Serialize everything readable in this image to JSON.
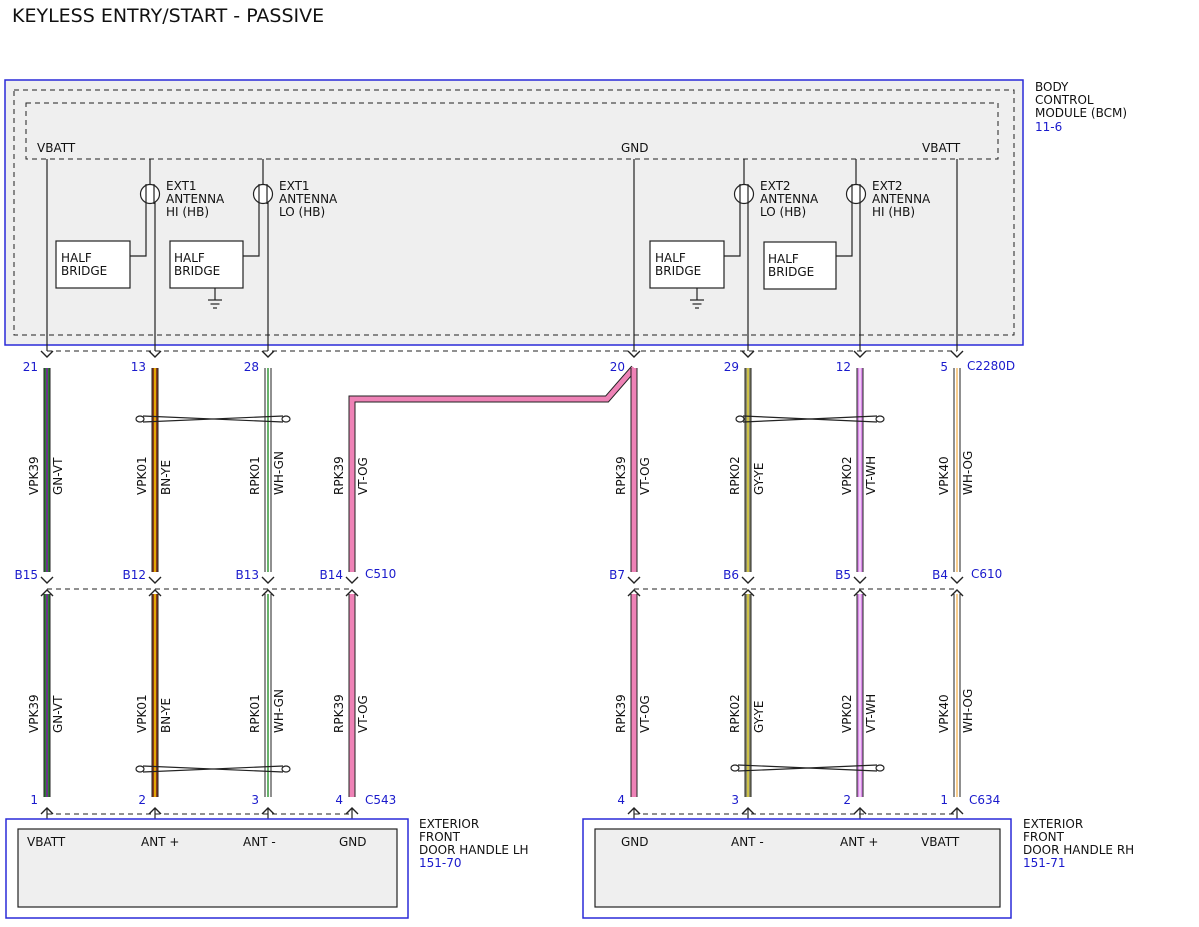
{
  "title": "KEYLESS ENTRY/START - PASSIVE",
  "colors": {
    "module_border": "#2a2ad8",
    "ref_text": "#1a1acc",
    "text": "#111111"
  },
  "bcm": {
    "name_lines": [
      "BODY",
      "CONTROL",
      "MODULE (BCM)"
    ],
    "ref": "11-6",
    "vbatt_left": "VBATT",
    "gnd": "GND",
    "vbatt_right": "VBATT",
    "connector": "C2280D",
    "antennas": [
      {
        "lines": [
          "EXT1",
          "ANTENNA",
          "HI (HB)"
        ]
      },
      {
        "lines": [
          "EXT1",
          "ANTENNA",
          "LO (HB)"
        ]
      },
      {
        "lines": [
          "EXT2",
          "ANTENNA",
          "LO (HB)"
        ]
      },
      {
        "lines": [
          "EXT2",
          "ANTENNA",
          "HI (HB)"
        ]
      }
    ],
    "half_bridges": [
      {
        "lines": [
          "HALF",
          "BRIDGE"
        ]
      },
      {
        "lines": [
          "HALF",
          "BRIDGE"
        ]
      },
      {
        "lines": [
          "HALF",
          "BRIDGE"
        ]
      },
      {
        "lines": [
          "HALF",
          "BRIDGE"
        ]
      }
    ]
  },
  "inline_connectors": [
    {
      "name": "C510"
    },
    {
      "name": "C610"
    }
  ],
  "wires": [
    {
      "bcm_pin": "21",
      "inline_pin": "B15",
      "end_pin": "1",
      "circuit": "VPK39",
      "color": "GN-VT",
      "c1": "#2e7d32",
      "c2": "#7b1fa2",
      "twisted_pair": false
    },
    {
      "bcm_pin": "13",
      "inline_pin": "B12",
      "end_pin": "2",
      "circuit": "VPK01",
      "color": "BN-YE",
      "c1": "#8b3a1a",
      "c2": "#f5c400",
      "twisted_pair": true
    },
    {
      "bcm_pin": "28",
      "inline_pin": "B13",
      "end_pin": "3",
      "circuit": "RPK01",
      "color": "WH-GN",
      "c1": "#ffffff",
      "c2": "#43a047",
      "twisted_pair": true
    },
    {
      "bcm_pin": "",
      "inline_pin": "B14",
      "end_pin": "4",
      "circuit": "RPK39",
      "color": "VT-OG",
      "c1": "#ee82b6",
      "c2": "#ee82b6",
      "twisted_pair": false
    },
    {
      "bcm_pin": "20",
      "inline_pin": "B7",
      "end_pin": "4",
      "circuit": "RPK39",
      "color": "VT-OG",
      "c1": "#ee82b6",
      "c2": "#ee82b6",
      "twisted_pair": false
    },
    {
      "bcm_pin": "29",
      "inline_pin": "B6",
      "end_pin": "3",
      "circuit": "RPK02",
      "color": "GY-YE",
      "c1": "#8a8a6a",
      "c2": "#e0d040",
      "twisted_pair": true
    },
    {
      "bcm_pin": "12",
      "inline_pin": "B5",
      "end_pin": "2",
      "circuit": "VPK02",
      "color": "VT-WH",
      "c1": "#d98ae8",
      "c2": "#f5d8fa",
      "twisted_pair": true
    },
    {
      "bcm_pin": "5",
      "inline_pin": "B4",
      "end_pin": "1",
      "circuit": "VPK40",
      "color": "WH-OG",
      "c1": "#ffffff",
      "c2": "#f5c070",
      "twisted_pair": false
    }
  ],
  "door_lh": {
    "name_lines": [
      "EXTERIOR",
      "FRONT",
      "DOOR HANDLE LH"
    ],
    "ref": "151-70",
    "connector": "C543",
    "pins": [
      "VBATT",
      "ANT +",
      "ANT -",
      "GND"
    ]
  },
  "door_rh": {
    "name_lines": [
      "EXTERIOR",
      "FRONT",
      "DOOR HANDLE RH"
    ],
    "ref": "151-71",
    "connector": "C634",
    "pins": [
      "GND",
      "ANT -",
      "ANT +",
      "VBATT"
    ]
  }
}
